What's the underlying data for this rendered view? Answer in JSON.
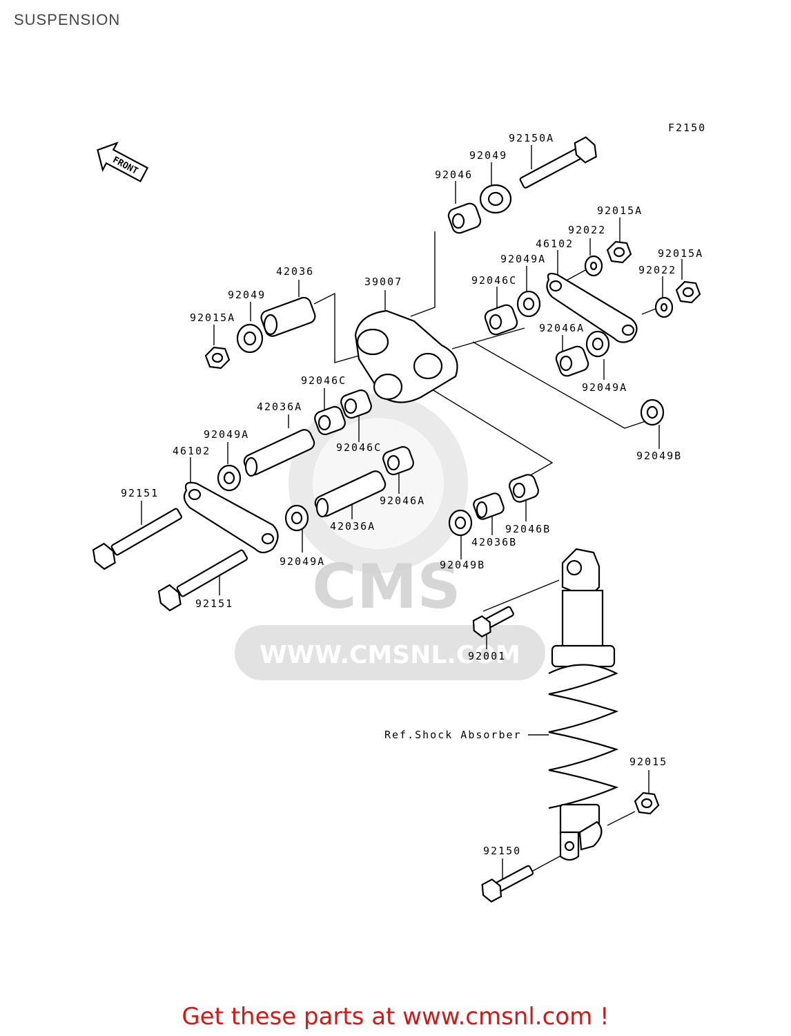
{
  "page": {
    "title": "SUSPENSION",
    "figure_code": "F2150",
    "front_arrow_label": "FRONT",
    "footer": "Get these parts at www.cmsnl.com !",
    "watermark": {
      "brand": "CMS",
      "url": "WWW.CMSNL.COM"
    },
    "colors": {
      "footer": "#d01a1a",
      "watermark": "#d8d8d8",
      "line": "#000000"
    }
  },
  "labels": {
    "p92150A": "92150A",
    "p92049_top": "92049",
    "p92046_top": "92046",
    "p92015A_r1": "92015A",
    "p92022_r1": "92022",
    "p46102_r": "46102",
    "p92049A_r1": "92049A",
    "p92015A_r2": "92015A",
    "p92022_r2": "92022",
    "p92046C_r": "92046C",
    "p92046A_r": "92046A",
    "p92049A_r2": "92049A",
    "p92049B_r": "92049B",
    "p39007": "39007",
    "p42036": "42036",
    "p92049_l": "92049",
    "p92015A_l": "92015A",
    "p92046C_c1": "92046C",
    "p42036A_1": "42036A",
    "p92046C_c2": "92046C",
    "p92049A_l1": "92049A",
    "p46102_l": "46102",
    "p92151_1": "92151",
    "p92046A_c": "92046A",
    "p42036A_2": "42036A",
    "p92049A_l2": "92049A",
    "p92046B": "92046B",
    "p42036B": "42036B",
    "p92049B_b": "92049B",
    "p92151_2": "92151",
    "p92001": "92001",
    "ref_shock": "Ref.Shock Absorber",
    "p92015": "92015",
    "p92150": "92150"
  }
}
